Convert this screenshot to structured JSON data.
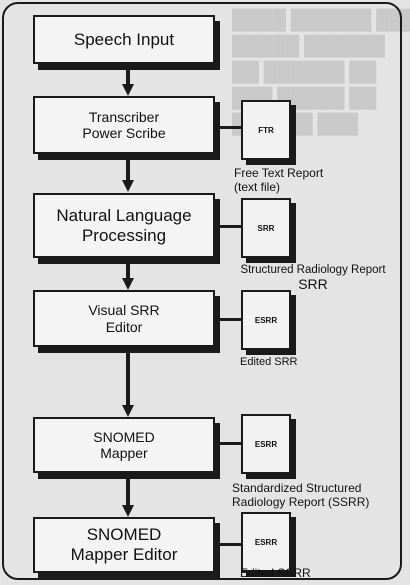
{
  "flow": {
    "steps": [
      {
        "label_lines": [
          "Speech Input"
        ]
      },
      {
        "label_lines": [
          "Transcriber",
          "Power Scribe"
        ]
      },
      {
        "label_lines": [
          "Natural Language",
          "Processing"
        ]
      },
      {
        "label_lines": [
          "Visual SRR",
          "Editor"
        ]
      },
      {
        "label_lines": [
          "SNOMED",
          "Mapper"
        ]
      },
      {
        "label_lines": [
          "SNOMED",
          "Mapper Editor"
        ]
      }
    ],
    "outputs": [
      {
        "doc_tag": "FTR",
        "caption_lines": [
          "Free Text Report",
          "(text file)"
        ]
      },
      {
        "doc_tag": "SRR",
        "caption_lines": [
          "Structured Radiology Report",
          "SRR"
        ]
      },
      {
        "doc_tag": "ESRR",
        "caption_lines": [
          "Edited SRR"
        ]
      },
      {
        "doc_tag": "ESRR",
        "caption_lines": [
          "Standardized Structured",
          "Radiology Report (SSRR)"
        ]
      },
      {
        "doc_tag": "ESRR",
        "caption_lines": [
          "Edited SSRR"
        ]
      }
    ]
  }
}
